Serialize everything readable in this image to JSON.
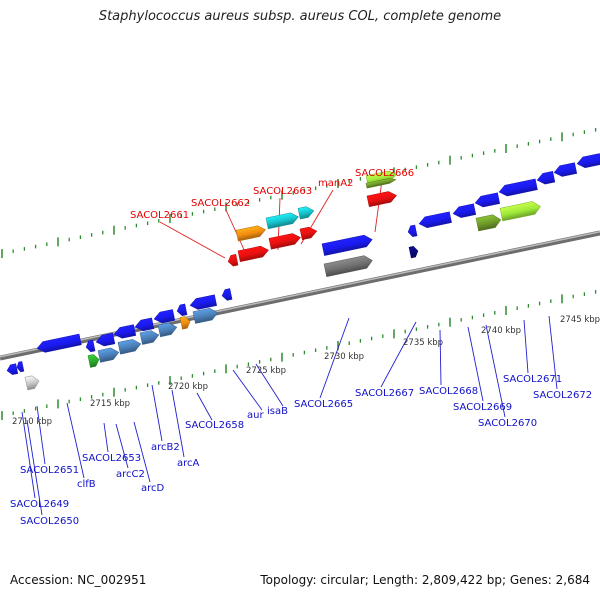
{
  "title": "Staphylococcus aureus subsp. aureus COL, complete genome",
  "accession_text": "Accession: NC_002951",
  "summary_text": "Topology: circular; Length: 2,809,422 bp; Genes: 2,684",
  "colors": {
    "backbone": "#8e8e8e",
    "tick": "#2e8b2e",
    "label_red": "#e60000",
    "label_blue": "#1010c8",
    "leader_red": "#e02020",
    "leader_blue": "#2020d0"
  },
  "ruler_labels": [
    {
      "text": "2710 kbp"
    },
    {
      "text": "2715 kbp"
    },
    {
      "text": "2720 kbp"
    },
    {
      "text": "2725 kbp"
    },
    {
      "text": "2730 kbp"
    },
    {
      "text": "2735 kbp"
    },
    {
      "text": "2740 kbp"
    },
    {
      "text": "2745 kbp"
    }
  ],
  "gene_labels": [
    {
      "text": "SACOL2661",
      "color": "red"
    },
    {
      "text": "SACOL2662",
      "color": "red"
    },
    {
      "text": "SACOL2663",
      "color": "red"
    },
    {
      "text": "manA2",
      "color": "red"
    },
    {
      "text": "SACOL2666",
      "color": "red"
    },
    {
      "text": "aur",
      "color": "blue"
    },
    {
      "text": "isaB",
      "color": "blue"
    },
    {
      "text": "SACOL2658",
      "color": "blue"
    },
    {
      "text": "arcB2",
      "color": "blue"
    },
    {
      "text": "arcA",
      "color": "blue"
    },
    {
      "text": "SACOL2653",
      "color": "blue"
    },
    {
      "text": "arcC2",
      "color": "blue"
    },
    {
      "text": "arcD",
      "color": "blue"
    },
    {
      "text": "clfB",
      "color": "blue"
    },
    {
      "text": "SACOL2651",
      "color": "blue"
    },
    {
      "text": "SACOL2649",
      "color": "blue"
    },
    {
      "text": "SACOL2650",
      "color": "blue"
    },
    {
      "text": "SACOL2665",
      "color": "blue"
    },
    {
      "text": "SACOL2667",
      "color": "blue"
    },
    {
      "text": "SACOL2668",
      "color": "blue"
    },
    {
      "text": "SACOL2669",
      "color": "blue"
    },
    {
      "text": "SACOL2670",
      "color": "blue"
    },
    {
      "text": "SACOL2671",
      "color": "blue"
    },
    {
      "text": "SACOL2672",
      "color": "blue"
    }
  ],
  "features": [
    {
      "name": "gene-orange-top",
      "color": "#f08c10",
      "direction": "forward"
    },
    {
      "name": "gene-cyan-top-1",
      "color": "#18c0c8",
      "direction": "forward"
    },
    {
      "name": "gene-cyan-top-2",
      "color": "#18c0c8",
      "direction": "forward"
    },
    {
      "name": "gene-lime-top",
      "color": "#9ee83a",
      "direction": "forward"
    },
    {
      "name": "gene-red-1",
      "color": "#e81010",
      "direction": "reverse"
    },
    {
      "name": "gene-red-2",
      "color": "#e81010",
      "direction": "forward"
    },
    {
      "name": "gene-red-3",
      "color": "#e81010",
      "direction": "forward"
    },
    {
      "name": "gene-red-4",
      "color": "#e81010",
      "direction": "forward"
    },
    {
      "name": "gene-blue",
      "color": "#1a1aee",
      "direction": "forward"
    },
    {
      "name": "gene-grey",
      "color": "#707070",
      "direction": "forward"
    },
    {
      "name": "gene-navy",
      "color": "#0a0a7a",
      "direction": "forward"
    },
    {
      "name": "gene-olive",
      "color": "#6e9a2a",
      "direction": "forward"
    },
    {
      "name": "gene-steelblue",
      "color": "#4a7fb8",
      "direction": "forward"
    },
    {
      "name": "gene-green",
      "color": "#2aaa2a",
      "direction": "forward"
    },
    {
      "name": "gene-lightgrey",
      "color": "#c8c8c8",
      "direction": "forward"
    }
  ]
}
